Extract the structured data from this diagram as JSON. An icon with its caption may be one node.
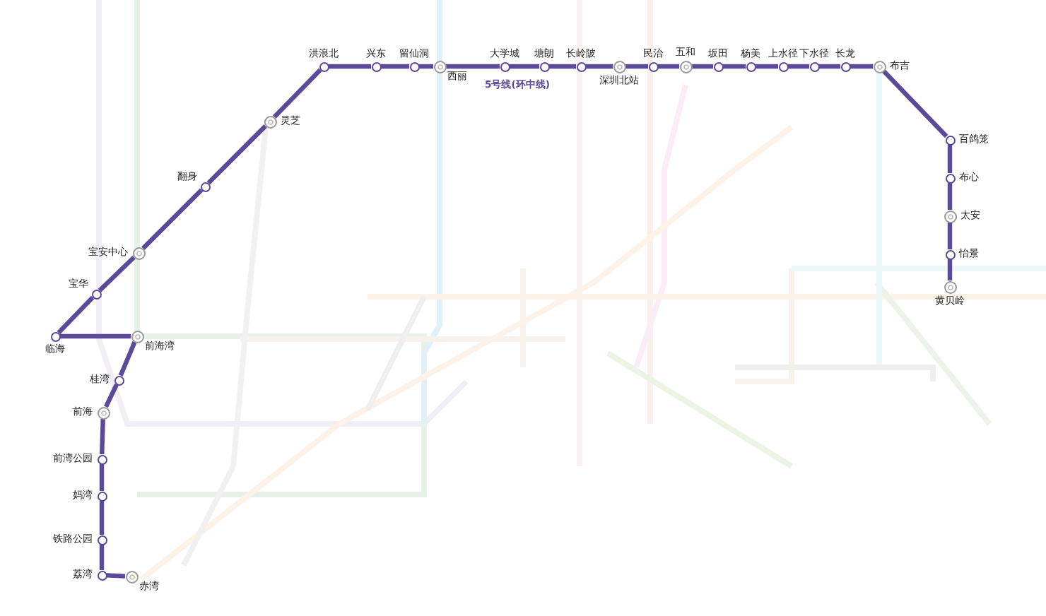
{
  "diagram": {
    "nodes": [
      {
        "text": [
          "赤湾"
        ]
      },
      {
        "text": [
          "荔湾"
        ]
      },
      {
        "text": [
          "铁路公园"
        ]
      },
      {
        "text": [
          "妈湾"
        ]
      },
      {
        "text": [
          "前湾公园"
        ]
      },
      {
        "text": [
          "前海"
        ]
      },
      {
        "text": [
          "桂湾"
        ]
      },
      {
        "text": [
          "前海湾"
        ]
      },
      {
        "text": [
          "临海"
        ]
      },
      {
        "text": [
          "宝华"
        ]
      },
      {
        "text": [
          "宝安中心"
        ]
      },
      {
        "text": [
          "翻身"
        ]
      },
      {
        "text": [
          "灵芝"
        ]
      },
      {
        "text": [
          "洪浪北"
        ]
      },
      {
        "text": [
          "兴东"
        ]
      },
      {
        "text": [
          "留仙洞"
        ]
      },
      {
        "text": [
          "西丽"
        ]
      },
      {
        "text": [
          "大学城"
        ]
      },
      {
        "text": [
          "塘朗"
        ]
      },
      {
        "text": [
          "长岭陂"
        ]
      },
      {
        "text": [
          "深圳北站"
        ]
      },
      {
        "text": [
          "民治"
        ]
      },
      {
        "text": [
          "五和"
        ]
      },
      {
        "text": [
          "坂田"
        ]
      },
      {
        "text": [
          "杨美"
        ]
      },
      {
        "text": [
          "上水径"
        ]
      },
      {
        "text": [
          "下水径"
        ]
      },
      {
        "text": [
          "长龙"
        ]
      },
      {
        "text": [
          "布吉"
        ]
      },
      {
        "text": [
          "百鸽笼"
        ]
      },
      {
        "text": [
          "布心"
        ]
      },
      {
        "text": [
          "太安"
        ]
      },
      {
        "text": [
          "怡景"
        ]
      },
      {
        "text": [
          "黄贝岭"
        ]
      }
    ],
    "edges": [
      {
        "from": 0,
        "to": 1,
        "arrow": "none"
      },
      {
        "from": 1,
        "to": 2,
        "arrow": "none"
      },
      {
        "from": 2,
        "to": 3,
        "arrow": "none"
      },
      {
        "from": 3,
        "to": 4,
        "arrow": "none"
      },
      {
        "from": 4,
        "to": 5,
        "arrow": "none"
      },
      {
        "from": 5,
        "to": 6,
        "arrow": "none"
      },
      {
        "from": 6,
        "to": 7,
        "arrow": "none"
      },
      {
        "from": 7,
        "to": 8,
        "arrow": "none"
      },
      {
        "from": 8,
        "to": 9,
        "arrow": "none"
      },
      {
        "from": 9,
        "to": 10,
        "arrow": "none"
      },
      {
        "from": 10,
        "to": 11,
        "arrow": "none"
      },
      {
        "from": 11,
        "to": 12,
        "arrow": "none"
      },
      {
        "from": 12,
        "to": 13,
        "arrow": "none"
      },
      {
        "from": 13,
        "to": 14,
        "arrow": "none"
      },
      {
        "from": 14,
        "to": 15,
        "arrow": "none"
      },
      {
        "from": 15,
        "to": 16,
        "arrow": "none"
      },
      {
        "from": 16,
        "to": 17,
        "arrow": "none"
      },
      {
        "from": 17,
        "to": 18,
        "arrow": "none"
      },
      {
        "from": 18,
        "to": 19,
        "arrow": "none"
      },
      {
        "from": 19,
        "to": 20,
        "arrow": "none"
      },
      {
        "from": 20,
        "to": 21,
        "arrow": "none"
      },
      {
        "from": 21,
        "to": 22,
        "arrow": "none"
      },
      {
        "from": 22,
        "to": 23,
        "arrow": "none"
      },
      {
        "from": 23,
        "to": 24,
        "arrow": "none"
      },
      {
        "from": 24,
        "to": 25,
        "arrow": "none"
      },
      {
        "from": 25,
        "to": 26,
        "arrow": "none"
      },
      {
        "from": 26,
        "to": 27,
        "arrow": "none"
      },
      {
        "from": 27,
        "to": 28,
        "arrow": "none"
      },
      {
        "from": 28,
        "to": 29,
        "arrow": "none"
      },
      {
        "from": 29,
        "to": 30,
        "arrow": "none"
      },
      {
        "from": 30,
        "to": 31,
        "arrow": "none"
      },
      {
        "from": 31,
        "to": 32,
        "arrow": "none"
      },
      {
        "from": 32,
        "to": 33,
        "arrow": "none"
      }
    ],
    "labels": [
      "5号线(环中线)"
    ]
  }
}
